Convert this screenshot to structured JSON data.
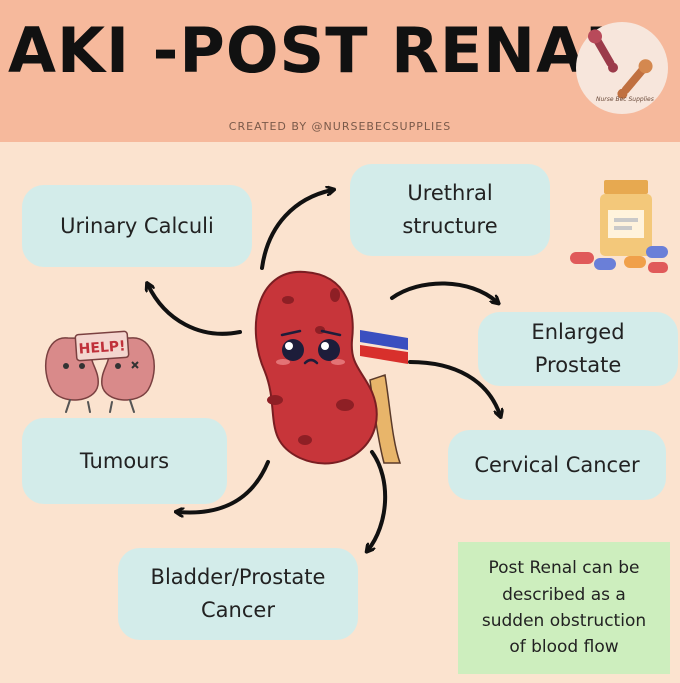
{
  "header": {
    "title": "AKI -POST RENAL",
    "credit": "CREATED BY @NURSEBECSUPPLIES",
    "logo_text": "Nurse Bec Supplies"
  },
  "causes": {
    "urinary_calculi": "Urinary Calculi",
    "urethral_line1": "Urethral",
    "urethral_line2": "structure",
    "prostate_line1": "Enlarged",
    "prostate_line2": "Prostate",
    "tumours": "Tumours",
    "cervical": "Cervical Cancer",
    "bladder_line1": "Bladder/Prostate",
    "bladder_line2": "Cancer"
  },
  "note": {
    "line1": "Post Renal can be",
    "line2": "described as a",
    "line3": "sudden obstruction",
    "line4": "of blood flow"
  },
  "sign": {
    "text": "HELP!"
  },
  "colors": {
    "header_bg": "#f6b99c",
    "page_bg": "#fbe3cf",
    "bubble_bg": "#d3ecea",
    "note_bg": "#cdeebe",
    "kidney": "#c7353a"
  }
}
